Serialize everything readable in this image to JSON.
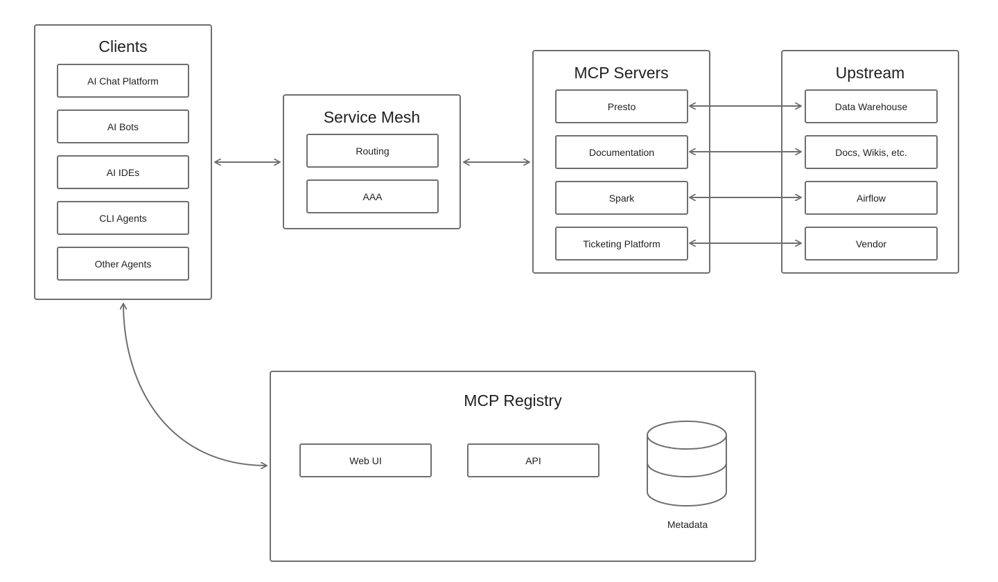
{
  "colors": {
    "stroke": "#6e6e6e",
    "text": "#1f1f1f",
    "background": "#ffffff"
  },
  "clients": {
    "title": "Clients",
    "items": [
      "AI Chat Platform",
      "AI Bots",
      "AI IDEs",
      "CLI Agents",
      "Other Agents"
    ]
  },
  "service_mesh": {
    "title": "Service Mesh",
    "items": [
      "Routing",
      "AAA"
    ]
  },
  "mcp_servers": {
    "title": "MCP Servers",
    "items": [
      "Presto",
      "Documentation",
      "Spark",
      "Ticketing Platform"
    ]
  },
  "upstream": {
    "title": "Upstream",
    "items": [
      "Data Warehouse",
      "Docs, Wikis, etc.",
      "Airflow",
      "Vendor"
    ]
  },
  "registry": {
    "title": "MCP Registry",
    "items": [
      "Web UI",
      "API"
    ],
    "db_label": "Metadata",
    "db_icon": "database-icon"
  },
  "connections": [
    {
      "from": "clients",
      "to": "service-mesh",
      "direction": "bidirectional"
    },
    {
      "from": "service-mesh",
      "to": "mcp-servers",
      "direction": "bidirectional"
    },
    {
      "from": "Presto",
      "to": "Data Warehouse",
      "direction": "bidirectional"
    },
    {
      "from": "Documentation",
      "to": "Docs, Wikis, etc.",
      "direction": "bidirectional"
    },
    {
      "from": "Spark",
      "to": "Airflow",
      "direction": "bidirectional"
    },
    {
      "from": "Ticketing Platform",
      "to": "Vendor",
      "direction": "bidirectional"
    },
    {
      "from": "clients",
      "to": "mcp-registry",
      "direction": "bidirectional"
    }
  ]
}
